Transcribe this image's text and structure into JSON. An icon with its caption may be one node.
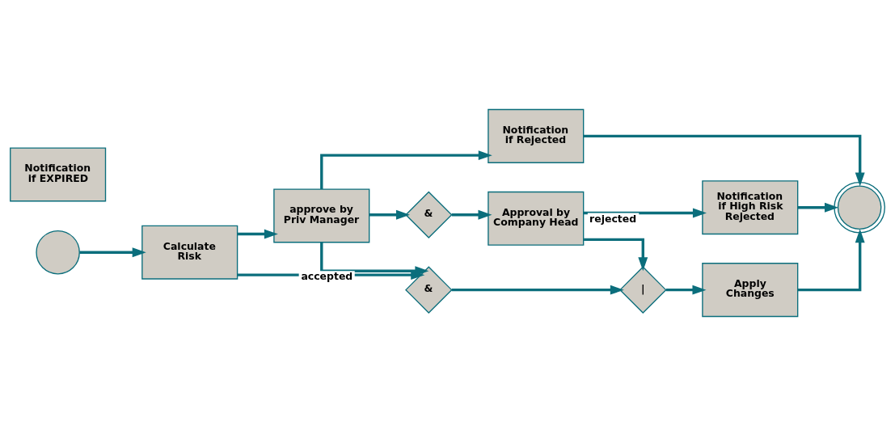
{
  "diagram": {
    "nodes": [
      {
        "text": [],
        "shape": "circle"
      },
      {
        "text": [
          "Calculate Risk"
        ]
      },
      {
        "text": [
          "approve by Priv Manager"
        ]
      },
      {
        "text": [
          "Notification if Rejected"
        ]
      },
      {
        "text": [
          "&"
        ]
      },
      {
        "text": [
          "|"
        ]
      },
      {
        "text": [
          "Apply Changes"
        ]
      },
      {
        "text": [],
        "shape": "circle"
      },
      {
        "text": [
          "&"
        ]
      },
      {
        "text": [
          "Approval by Company Head"
        ]
      },
      {
        "text": [
          "Notification if High Risk Rejected"
        ]
      },
      {
        "text": [
          "Notification if EXPIRED"
        ]
      }
    ],
    "edges": [
      {
        "from": 0,
        "to": 1,
        "arrow": "to"
      },
      {
        "from": 1,
        "to": 2,
        "arrow": "to"
      },
      {
        "from": 1,
        "to": 4,
        "arrow": "to"
      },
      {
        "from": 2,
        "to": 4,
        "arrow": "to",
        "label": "accepted"
      },
      {
        "from": 2,
        "to": 3,
        "arrow": "to"
      },
      {
        "from": 2,
        "to": 8,
        "arrow": "to"
      },
      {
        "from": 4,
        "to": 5,
        "arrow": "to"
      },
      {
        "from": 5,
        "to": 6,
        "arrow": "to"
      },
      {
        "from": 8,
        "to": 9,
        "arrow": "to"
      },
      {
        "from": 9,
        "to": 5,
        "arrow": "to"
      },
      {
        "from": 9,
        "to": 10,
        "arrow": "to",
        "label": "rejected"
      },
      {
        "from": 3,
        "to": 7,
        "arrow": "to"
      },
      {
        "from": 6,
        "to": 7,
        "arrow": "to"
      },
      {
        "from": 10,
        "to": 7,
        "arrow": "to"
      }
    ]
  }
}
